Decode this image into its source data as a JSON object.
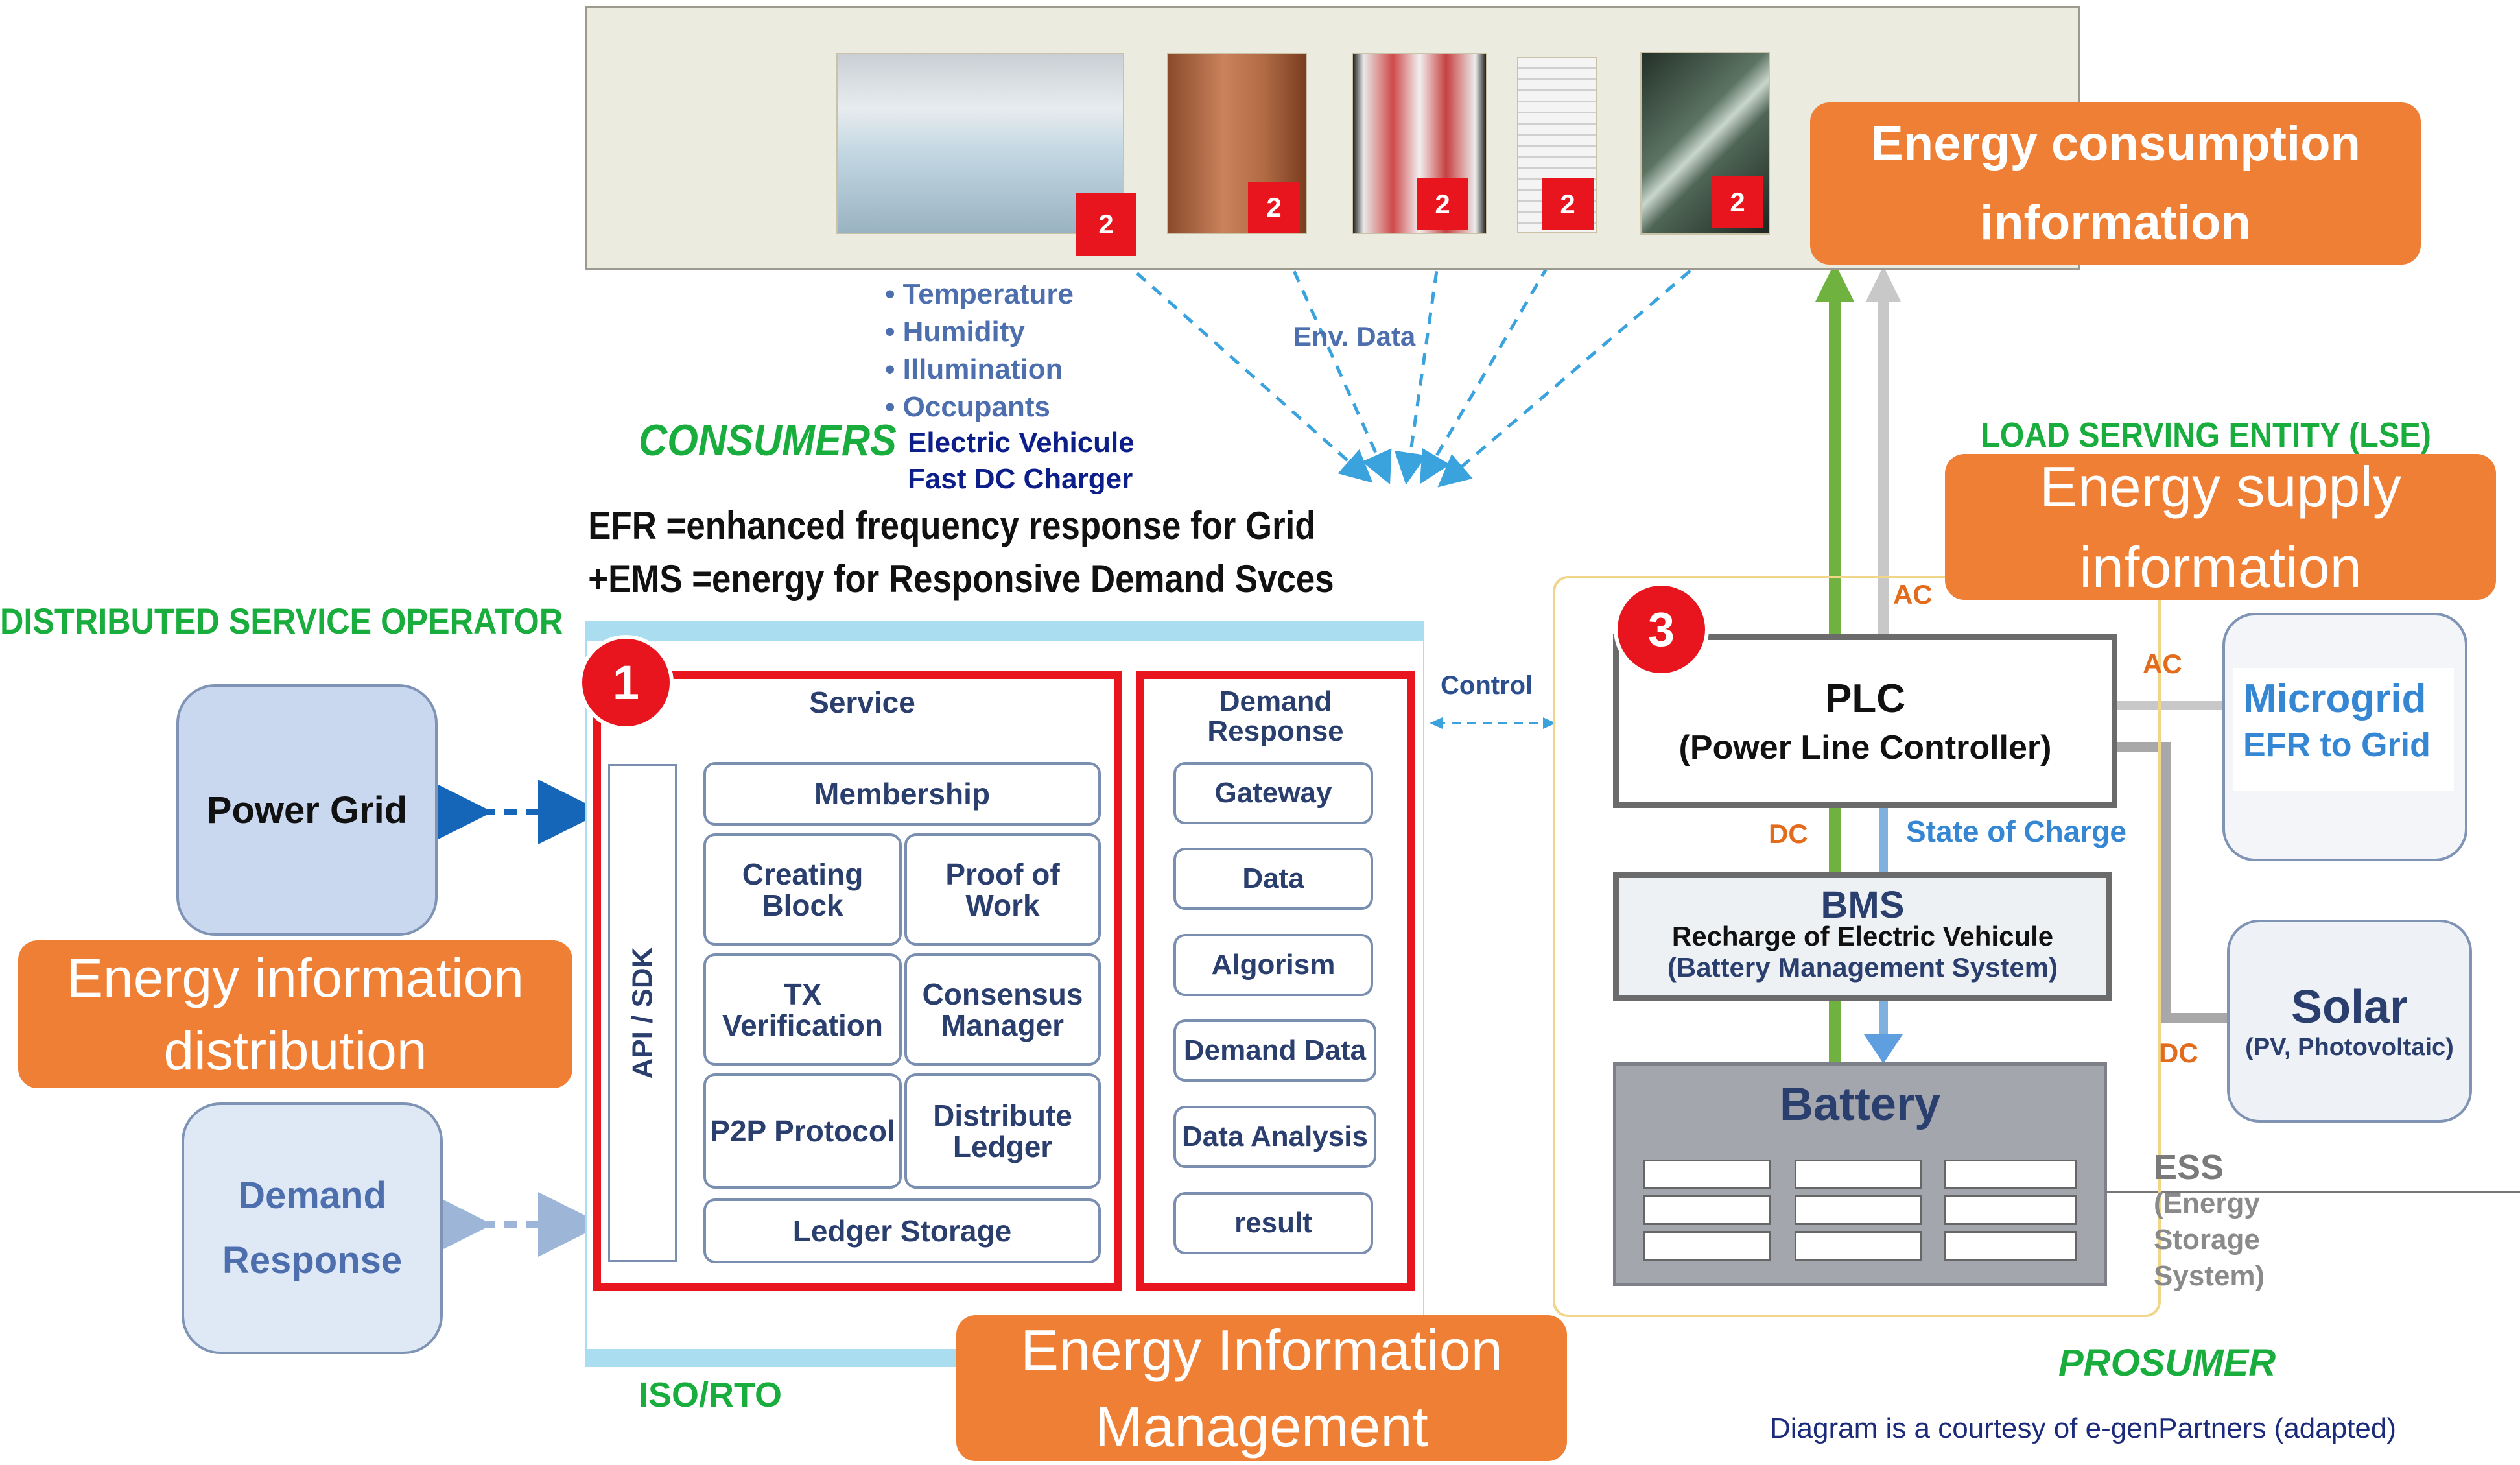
{
  "env_data_list": [
    "Temperature",
    "Humidity",
    "Illumination",
    "Occupants"
  ],
  "ev_lines": [
    "Electric Vehicule",
    "Fast DC Charger"
  ],
  "env_data_label": "Env. Data",
  "sensor_badge": "2",
  "consumers_label": "CONSUMERS",
  "efr_line1": "EFR =enhanced frequency response for Grid",
  "efr_line2": "+EMS =energy for Responsive Demand Svces",
  "dso_label": "DISTRIBUTED SERVICE OPERATOR",
  "power_grid": "Power Grid",
  "demand_response_left": "Demand Response",
  "iso_rto": "ISO/RTO",
  "badge1": "1",
  "badge3": "3",
  "api_sdk": "API / SDK",
  "service": {
    "title": "Service",
    "membership": "Membership",
    "creating_block": "Creating Block",
    "proof_of_work": "Proof of Work",
    "tx_verification": "TX Verification",
    "consensus_manager": "Consensus Manager",
    "p2p_protocol": "P2P Protocol",
    "distribute_ledger": "Distribute Ledger",
    "ledger_storage": "Ledger Storage"
  },
  "demand_response_panel": {
    "title": "Demand Response",
    "items": [
      "Gateway",
      "Data",
      "Algorism",
      "Demand Data",
      "Data Analysis",
      "result"
    ]
  },
  "control_label": "Control",
  "orange_labels": {
    "consumption": "Energy consumption information",
    "supply": "Energy supply information",
    "distribution": "Energy information distribution",
    "management": "Energy Information Management"
  },
  "lse_label": "LOAD SERVING ENTITY (LSE)",
  "ac_label": "AC",
  "dc_label": "DC",
  "state_of_charge": "State of Charge",
  "plc_title": "PLC",
  "plc_subtitle": "(Power Line Controller)",
  "bms_title": "BMS",
  "bms_line2": "Recharge of Electric Vehicule",
  "bms_line3": "(Battery Management System)",
  "battery_title": "Battery",
  "microgrid_line1": "Microgrid",
  "microgrid_line2": "EFR to Grid",
  "solar_title": "Solar",
  "solar_sub": "(PV, Photovoltaic)",
  "ess_lines": [
    "ESS",
    "(Energy",
    "Storage",
    "System)"
  ],
  "prosumer_label": "PROSUMER",
  "courtesy": "Diagram is a courtesy of e-genPartners (adapted)",
  "colors": {
    "orange": "#ee7f35",
    "green_label": "#18ad3d",
    "red": "#e8141e",
    "light_blue_panel": "#a9ddef",
    "feed_green": "#6fb23f",
    "dashed_blue": "#3aa3de"
  }
}
